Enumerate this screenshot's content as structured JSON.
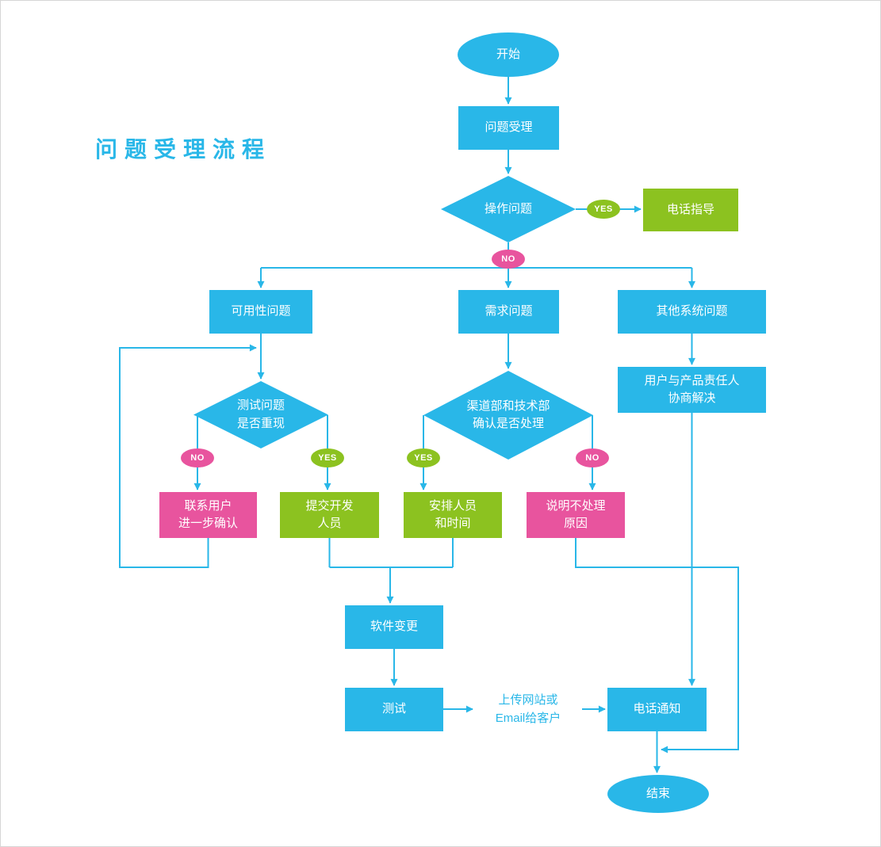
{
  "title": "问题受理流程",
  "colors": {
    "cyan": "#29b7e8",
    "green": "#8cc220",
    "pink": "#e8549e"
  },
  "nodes": {
    "start": {
      "label": "开始",
      "shape": "ellipse"
    },
    "accept": {
      "label": "问题受理",
      "shape": "rect"
    },
    "operation": {
      "label": "操作问题",
      "shape": "diamond"
    },
    "phone_guide": {
      "label": "电话指导",
      "shape": "rect"
    },
    "usability": {
      "label": "可用性问题",
      "shape": "rect"
    },
    "requirement": {
      "label": "需求问题",
      "shape": "rect"
    },
    "other_system": {
      "label": "其他系统问题",
      "shape": "rect"
    },
    "reproduce": {
      "label": "测试问题\n是否重现",
      "shape": "diamond"
    },
    "dept_confirm": {
      "label": "渠道部和技术部\n确认是否处理",
      "shape": "diamond"
    },
    "negotiate": {
      "label": "用户与产品责任人\n协商解决",
      "shape": "rect"
    },
    "contact_user": {
      "label": "联系用户\n进一步确认",
      "shape": "rect"
    },
    "submit_dev": {
      "label": "提交开发\n人员",
      "shape": "rect"
    },
    "arrange": {
      "label": "安排人员\n和时间",
      "shape": "rect"
    },
    "explain": {
      "label": "说明不处理\n原因",
      "shape": "rect"
    },
    "software_change": {
      "label": "软件变更",
      "shape": "rect"
    },
    "test": {
      "label": "测试",
      "shape": "rect"
    },
    "upload": {
      "label": "上传网站或\nEmail给客户",
      "shape": "text"
    },
    "phone_notify": {
      "label": "电话通知",
      "shape": "rect"
    },
    "end": {
      "label": "结束",
      "shape": "ellipse"
    }
  },
  "badges": {
    "op_yes": "YES",
    "op_no": "NO",
    "rep_no": "NO",
    "rep_yes": "YES",
    "dept_yes": "YES",
    "dept_no": "NO"
  }
}
